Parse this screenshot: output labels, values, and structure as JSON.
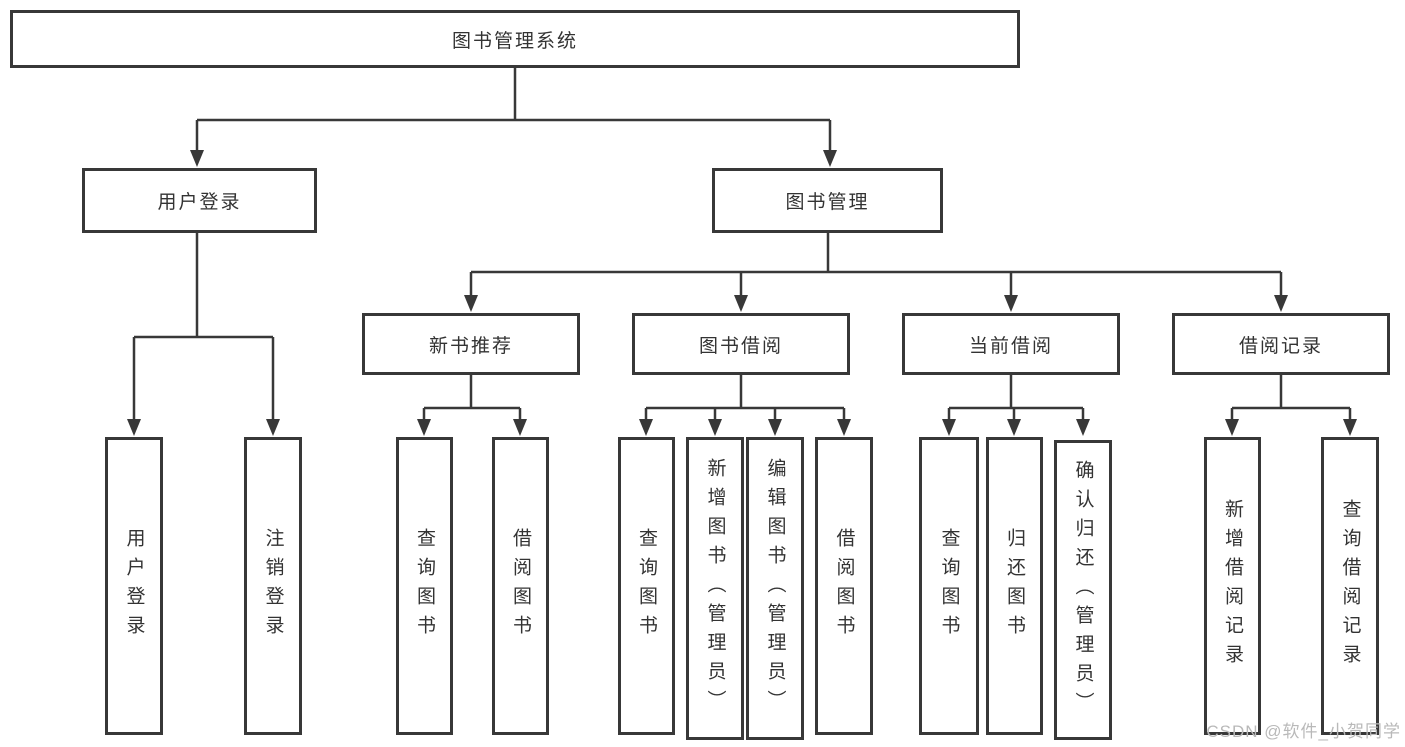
{
  "nodes": {
    "root": "图书管理系统",
    "l2": [
      "用户登录",
      "图书管理"
    ],
    "l3": [
      "新书推荐",
      "图书借阅",
      "当前借阅",
      "借阅记录"
    ],
    "leaves": {
      "login": [
        "用户登录",
        "注销登录"
      ],
      "recommend": [
        "查询图书",
        "借阅图书"
      ],
      "borrow": [
        "查询图书",
        "新增图书（管理员）",
        "编辑图书（管理员）",
        "借阅图书"
      ],
      "current": [
        "查询图书",
        "归还图书",
        "确认归还（管理员）"
      ],
      "records": [
        "新增借阅记录",
        "查询借阅记录"
      ]
    }
  },
  "watermark": "CSDN @软件_小贺同学",
  "colors": {
    "line": "#383838",
    "text": "#333333",
    "watermark": "#b9b9b9",
    "background": "#ffffff"
  }
}
